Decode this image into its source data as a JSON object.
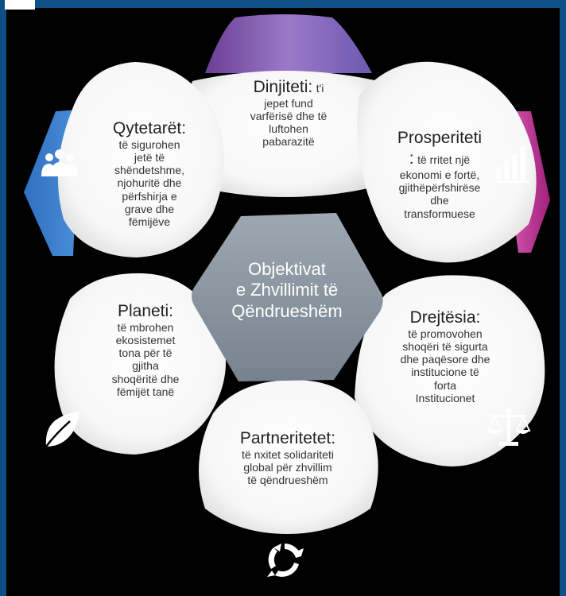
{
  "center": {
    "line1": "Objektivat",
    "line2": "e Zhvillimit të",
    "line3": "Qëndrueshëm"
  },
  "segments": {
    "dinjiteti": {
      "title": "Dinjiteti:",
      "inline": "t'i",
      "lines": [
        "jepet fund",
        "varfërisë dhe të",
        "luftohen",
        "pabarazitë"
      ],
      "color": "#8a5fb8"
    },
    "prosperiteti": {
      "title": "Prosperiteti",
      "inline": ":",
      "line1": "të rritet një",
      "lines": [
        "ekonomi e fortë,",
        "gjithëpërfshirëse",
        "dhe",
        "transformuese"
      ],
      "color": "#c2379a",
      "icon": "bar-chart-icon"
    },
    "drejtesia": {
      "title": "Drejtësia:",
      "lines": [
        "të promovohen",
        "shoqëri të sigurta",
        "dhe paqësore dhe",
        "institucione të",
        "forta",
        "Institucionet"
      ],
      "icon": "scales-icon"
    },
    "partneritetet": {
      "title": "Partneritetet:",
      "lines": [
        "të nxitet solidariteti",
        "global për zhvillim",
        "të qëndrueshëm"
      ],
      "icon": "recycle-arrows-icon"
    },
    "planeti": {
      "title": "Planeti:",
      "lines": [
        "të mbrohen",
        "ekosistemet",
        "tona për të",
        "gjitha",
        "shoqëritë dhe",
        "fëmijët tanë"
      ],
      "icon": "leaf-icon"
    },
    "qytetaret": {
      "title": "Qytetarët:",
      "lines": [
        "të sigurohen",
        "jetë të",
        "shëndetshme,",
        "njohuritë dhe",
        "përfshirja e",
        "grave dhe",
        "fëmijëve"
      ],
      "color": "#3f7ec8",
      "icon": "people-group-icon"
    }
  }
}
